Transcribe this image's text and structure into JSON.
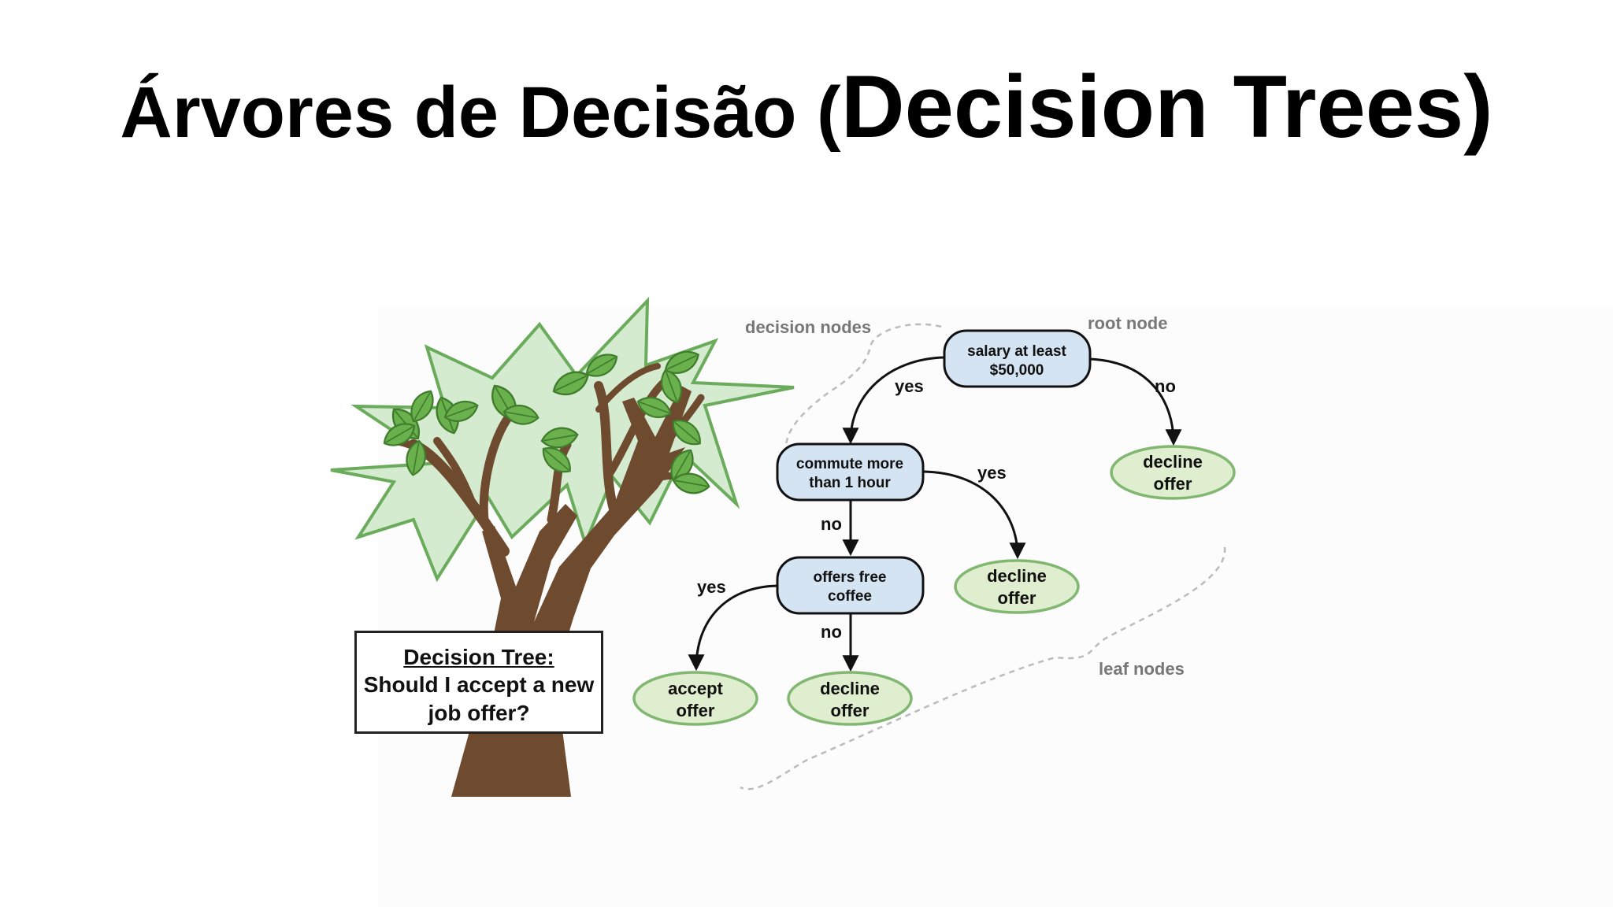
{
  "slide": {
    "title_pt": "Árvores de Decisão (",
    "title_en": "Decision Trees)"
  },
  "caption": {
    "title": "Decision Tree:",
    "text": "Should I accept a new job offer?"
  },
  "annotations": {
    "decision_nodes": "decision nodes",
    "root_node": "root node",
    "leaf_nodes": "leaf nodes"
  },
  "nodes": {
    "root": {
      "line1": "salary at least",
      "line2": "$50,000"
    },
    "commute": {
      "line1": "commute more",
      "line2": "than 1 hour"
    },
    "coffee": {
      "line1": "offers free",
      "line2": "coffee"
    },
    "leaf_root_no": {
      "line1": "decline",
      "line2": "offer"
    },
    "leaf_commute_yes": {
      "line1": "decline",
      "line2": "offer"
    },
    "leaf_coffee_yes": {
      "line1": "accept",
      "line2": "offer"
    },
    "leaf_coffee_no": {
      "line1": "decline",
      "line2": "offer"
    }
  },
  "edges": {
    "root_yes": "yes",
    "root_no": "no",
    "commute_yes": "yes",
    "commute_no": "no",
    "coffee_yes": "yes",
    "coffee_no": "no"
  },
  "colors": {
    "decision_fill": "#d5e4f2",
    "leaf_fill": "#dfeecf",
    "leaf_stroke": "#82b772",
    "foliage_fill": "#d4ebcf",
    "foliage_stroke": "#6aab5c",
    "trunk": "#6e4a2e",
    "leaf_green": "#6ab04c"
  }
}
